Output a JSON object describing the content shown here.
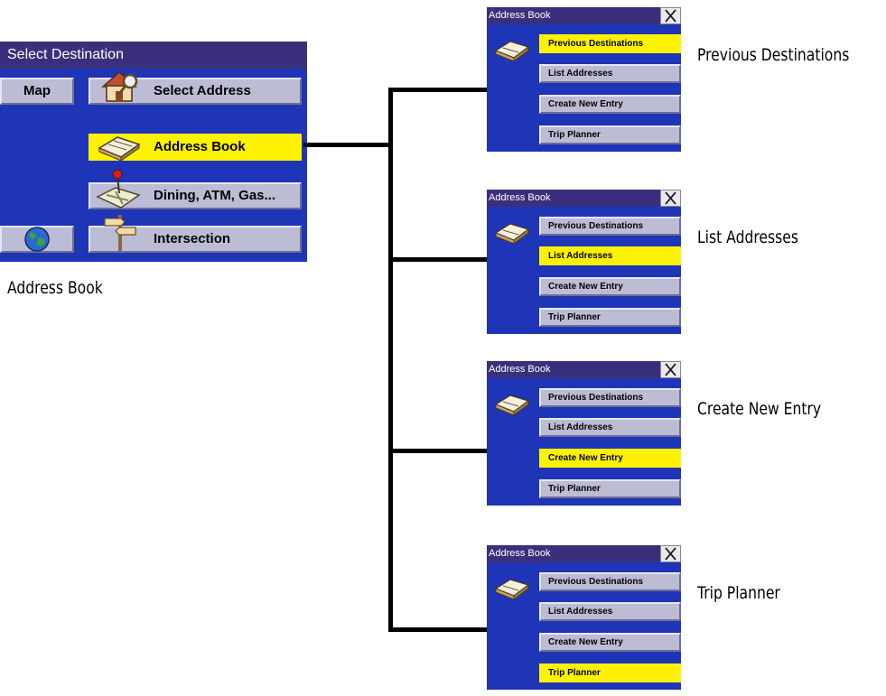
{
  "main_screen": {
    "title": "Select Destination",
    "map_button": "Map",
    "menu": [
      {
        "label": "Select Address",
        "icon": "house-magnifier-icon",
        "selected": false
      },
      {
        "label": "Address Book",
        "icon": "open-book-icon",
        "selected": true
      },
      {
        "label": "Dining, ATM, Gas...",
        "icon": "map-pin-icon",
        "selected": false
      },
      {
        "label": "Intersection",
        "icon": "signpost-icon",
        "selected": false
      }
    ],
    "globe_icon": "globe-icon",
    "caption": "Address Book"
  },
  "address_book_screens": [
    {
      "title": "Address Book",
      "selected_index": 0,
      "caption": "Previous Destinations"
    },
    {
      "title": "Address Book",
      "selected_index": 1,
      "caption": "List Addresses"
    },
    {
      "title": "Address Book",
      "selected_index": 2,
      "caption": "Create New Entry"
    },
    {
      "title": "Address Book",
      "selected_index": 3,
      "caption": "Trip Planner"
    }
  ],
  "address_book_items": [
    "Previous Destinations",
    "List Addresses",
    "Create New Entry",
    "Trip Planner"
  ],
  "colors": {
    "screen_bg": "#1e35b8",
    "titlebar": "#3a2f7c",
    "button": "#bcbcd4",
    "selected": "#fff200"
  }
}
